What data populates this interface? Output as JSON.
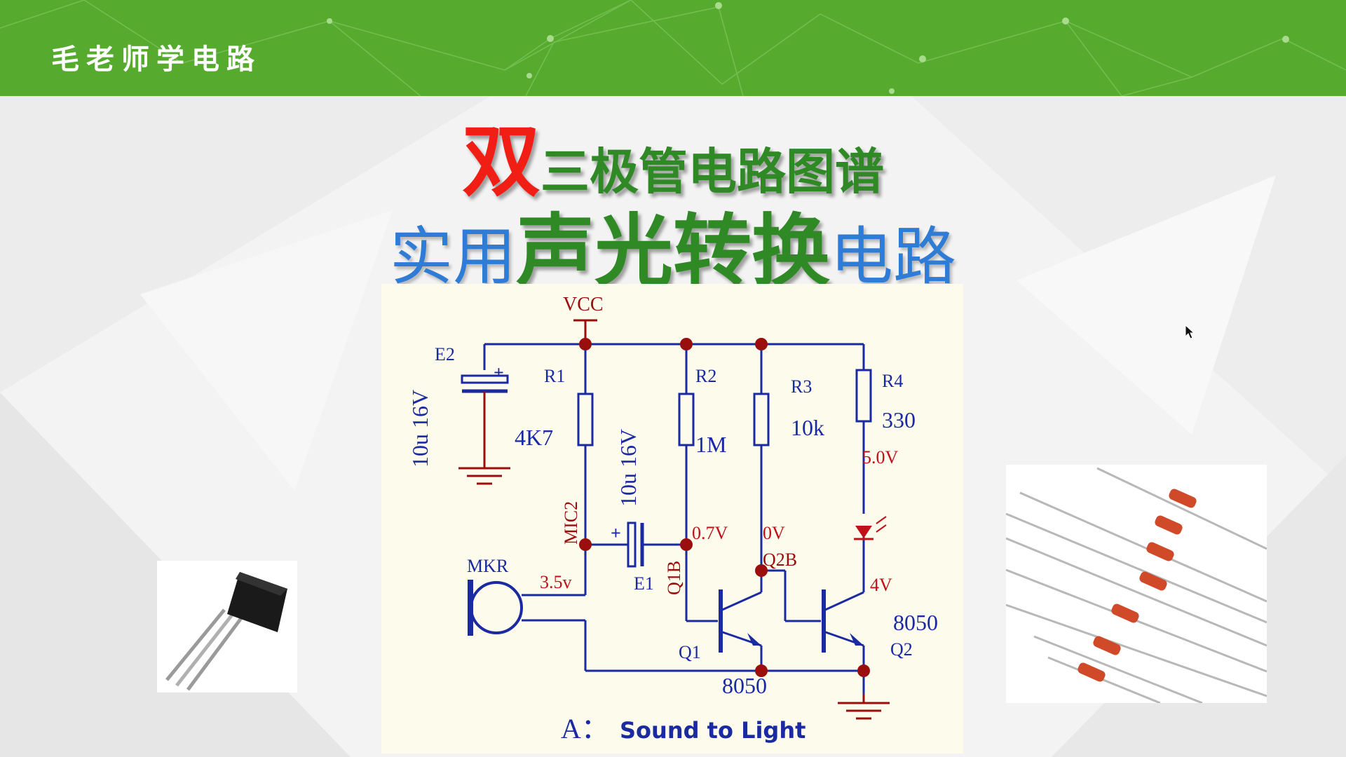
{
  "brand": "毛老师学电路",
  "title_line1": {
    "highlight": "双",
    "rest": "三极管电路图谱"
  },
  "title_line2": {
    "pre": "实用",
    "highlight": "声光转换",
    "post": "电路"
  },
  "schematic": {
    "vcc": "VCC",
    "e2": "E2",
    "e2_value": "10u 16V",
    "r1": "R1",
    "r1_value": "4K7",
    "r2": "R2",
    "r2_value": "1M",
    "r3": "R3",
    "r3_value": "10k",
    "r4": "R4",
    "r4_value": "330",
    "e1": "E1",
    "e1_value": "10u 16V",
    "mic2": "MIC2",
    "mkr": "MKR",
    "q1": "Q1",
    "q1_model": "8050",
    "q1b": "Q1B",
    "q2": "Q2",
    "q2_model": "8050",
    "q2b": "Q2B",
    "plus_e2": "+",
    "plus_e1": "+",
    "v_mic": "3.5v",
    "v_q1b": "0.7V",
    "v_q2b": "0V",
    "v_led_top": "5.0V",
    "v_q2c": "4V",
    "caption_prefix": "A：",
    "caption": "Sound to Light"
  },
  "colors": {
    "banner": "#56ab2f",
    "title_red": "#f01e14",
    "title_green": "#2f8a26",
    "title_blue": "#2e7cd6",
    "wire": "#1a2aa0",
    "node": "#9b0e0e",
    "schematic_bg": "#fdfbec"
  }
}
